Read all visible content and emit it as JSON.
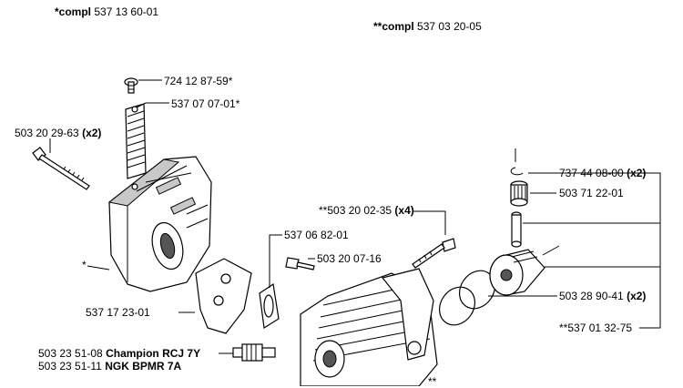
{
  "header": {
    "compl_left_prefix": "*compl",
    "compl_left_number": "537 13 60-01",
    "compl_right_prefix": "**compl",
    "compl_right_number": "537 03 20-05"
  },
  "labels": {
    "screw_top": "724 12 87-59*",
    "gasket_strip": "537 07 07-01*",
    "bolt_left": "503 20 29-63",
    "bolt_left_qty": "(x2)",
    "star_marker": "*",
    "bolt_cyl_prefix": "**503 20 02-35",
    "bolt_cyl_qty": "(x4)",
    "gasket_small": "537 06 82-01",
    "screw_small": "503 20 07-16",
    "bracket": "537 17 23-01",
    "circlip": "737 44 08-00",
    "circlip_qty": "(x2)",
    "bearing": "503 71 22-01",
    "rings": "503 28 90-41",
    "rings_qty": "(x2)",
    "piston_kit": "**537 01 32-75",
    "plug_1_number": "503 23 51-08",
    "plug_1_name": "Champion RCJ 7Y",
    "plug_2_number": "503 23 51-11",
    "plug_2_name": "NGK BPMR 7A",
    "bottom_marker": "**"
  }
}
